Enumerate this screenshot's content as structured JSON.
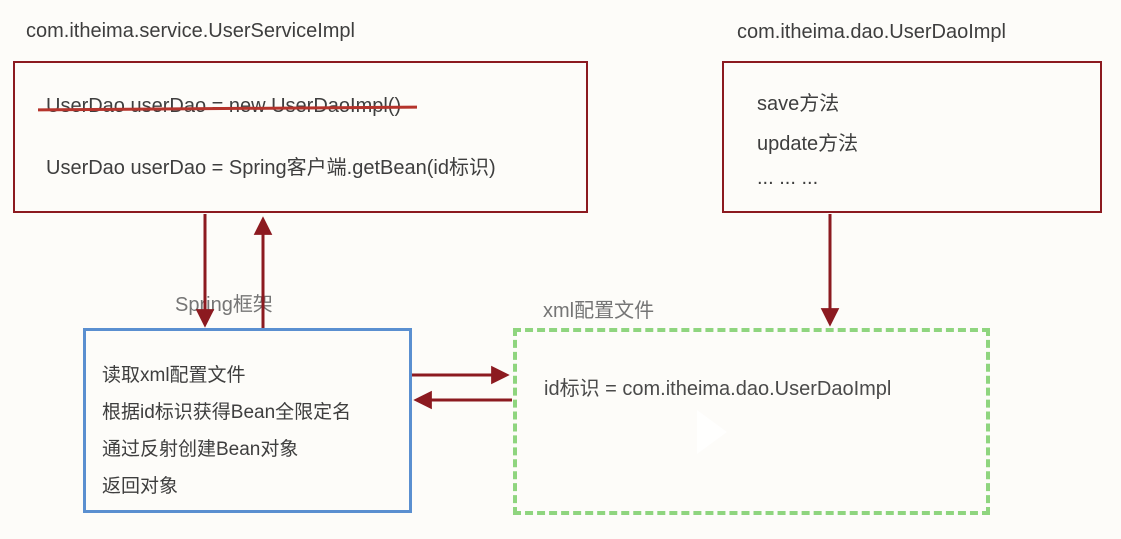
{
  "page": {
    "background": "#fdfcf9"
  },
  "colors": {
    "red_border": "#8c1a20",
    "arrow_red": "#8c1a20",
    "strike_red": "#b5342c",
    "blue_border": "#5a8fd0",
    "green_dashed": "#8fd57f",
    "text_dark": "#3e3e3e",
    "label_gray": "#757575"
  },
  "service_box": {
    "title": "com.itheima.service.UserServiceImpl",
    "old_code": "UserDao userDao = new UserDaoImpl()",
    "new_code": "UserDao userDao = Spring客户端.getBean(id标识)"
  },
  "dao_box": {
    "title": "com.itheima.dao.UserDaoImpl",
    "lines": [
      "save方法",
      "update方法",
      "... ... ..."
    ]
  },
  "spring_box": {
    "label": "Spring框架",
    "steps": [
      "读取xml配置文件",
      "根据id标识获得Bean全限定名",
      "通过反射创建Bean对象",
      "返回对象"
    ]
  },
  "xml_box": {
    "label": "xml配置文件",
    "entry": "id标识 = com.itheima.dao.UserDaoImpl"
  }
}
